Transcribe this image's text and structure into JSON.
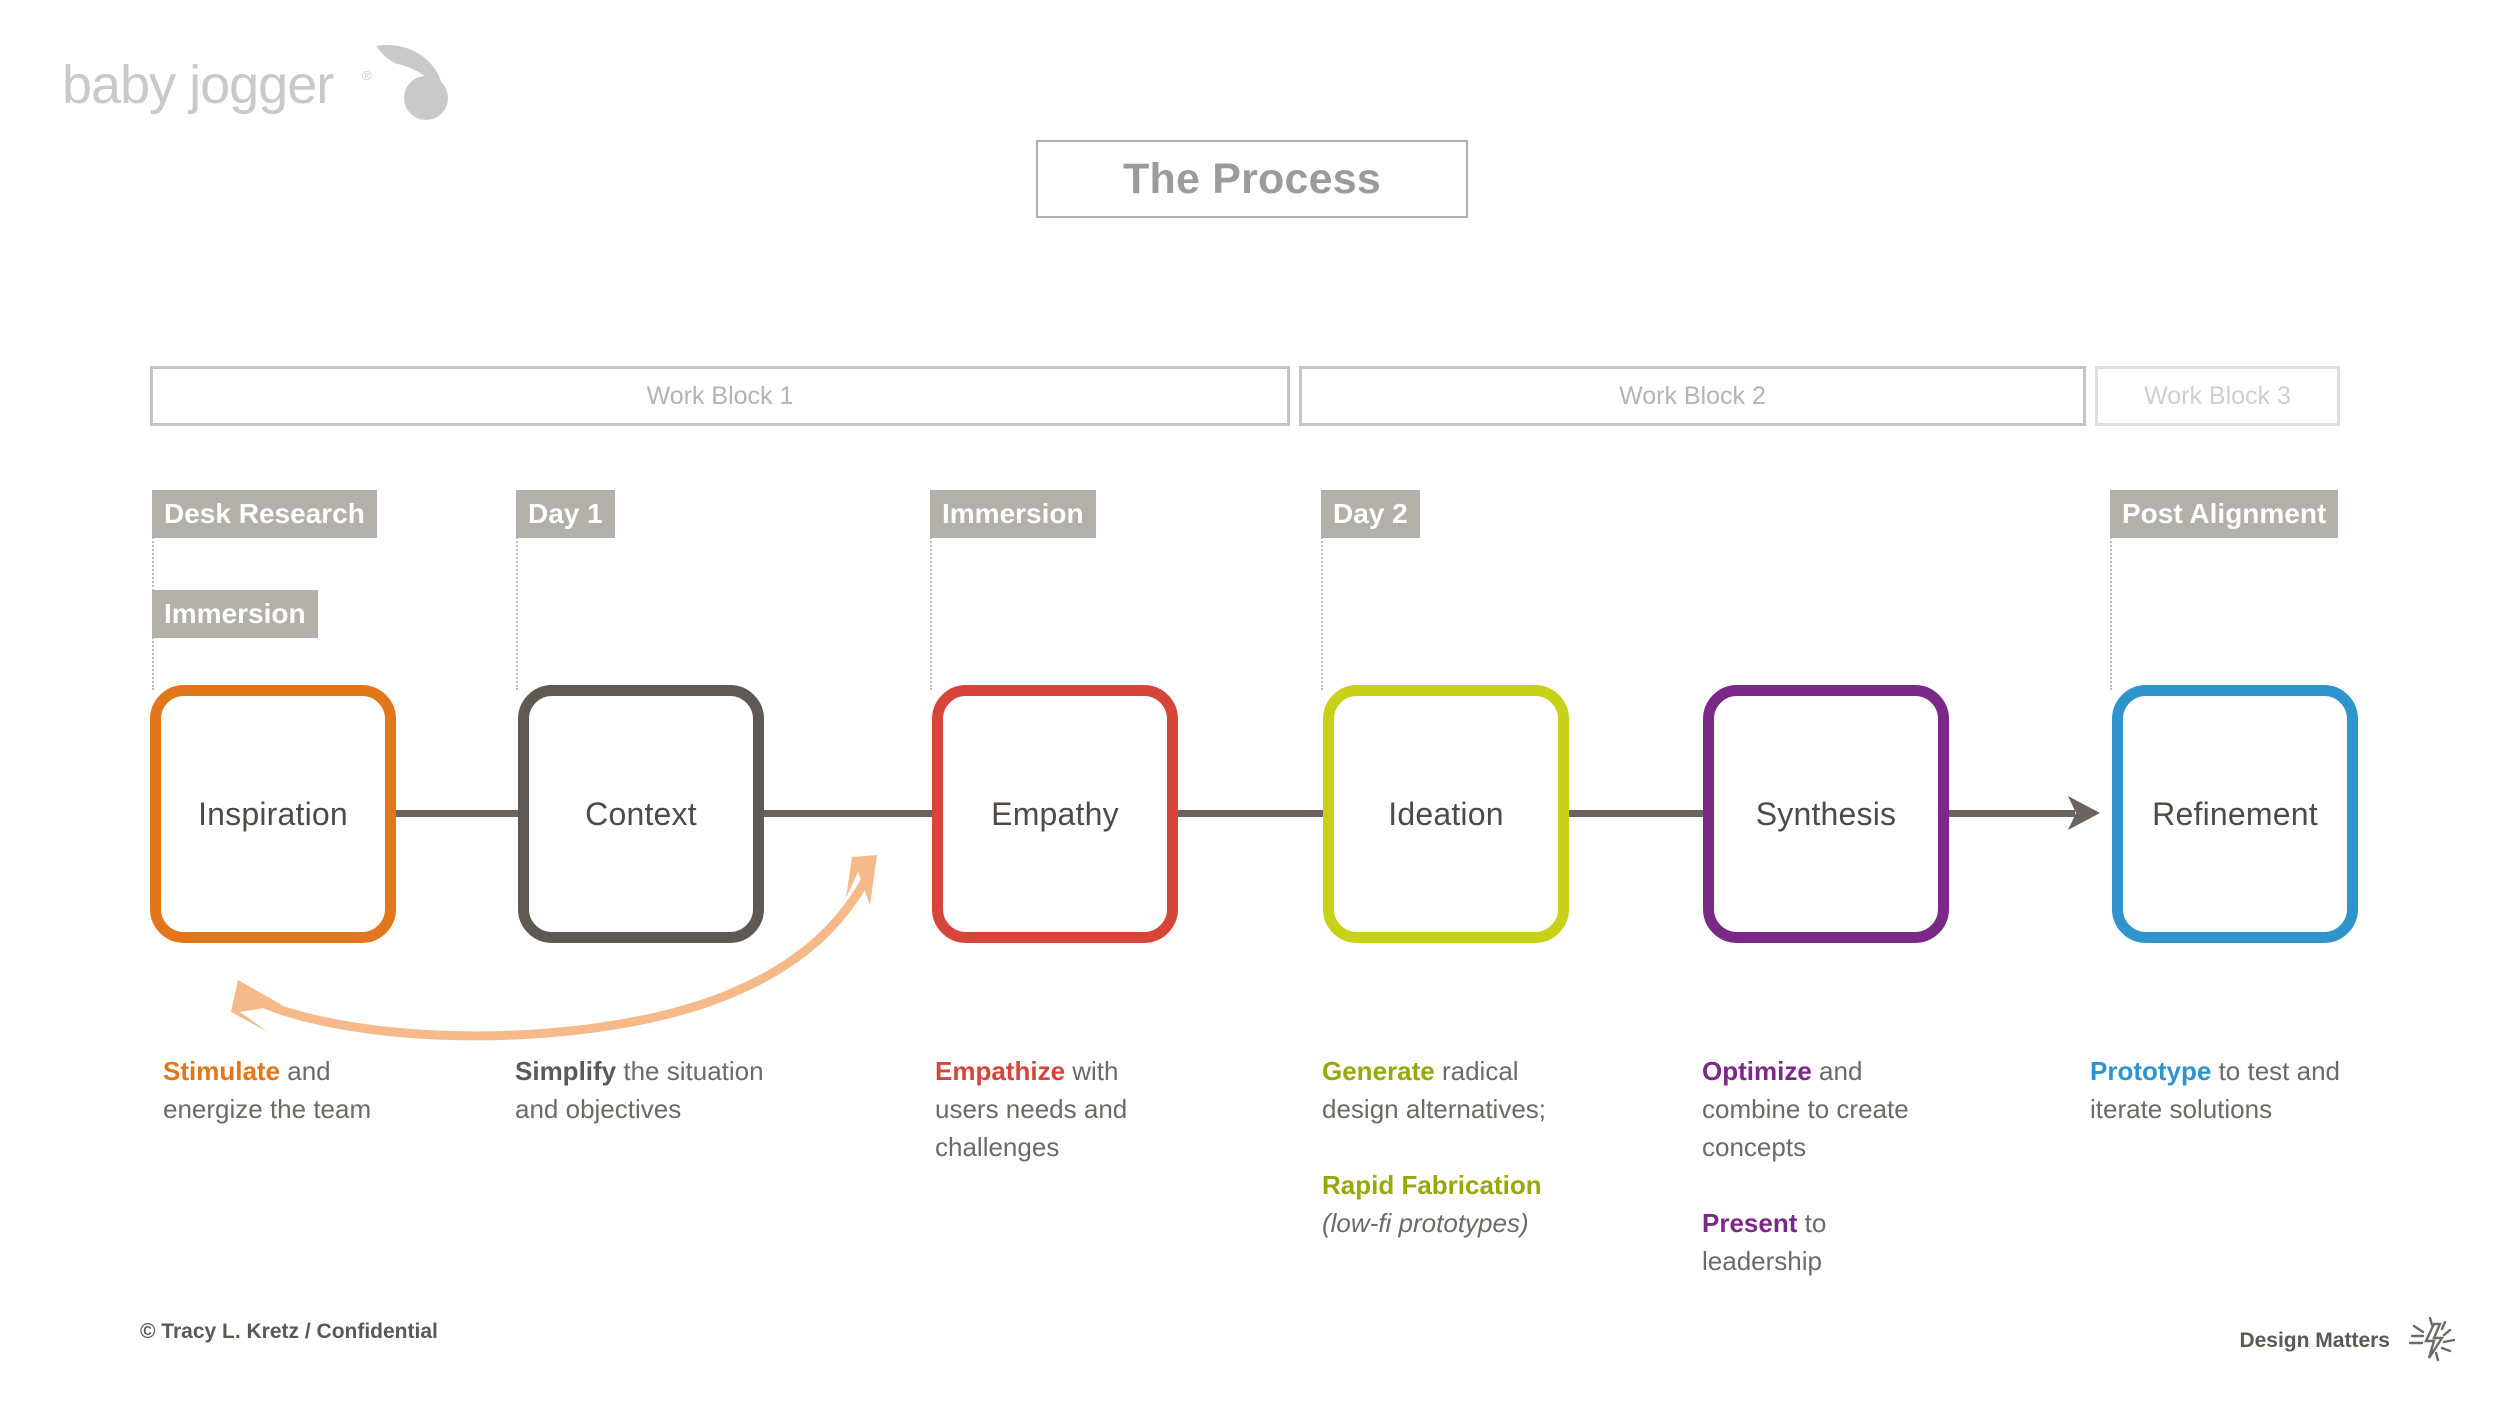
{
  "slide": {
    "title": "The Process",
    "background": "#ffffff"
  },
  "logo": {
    "name": "baby jogger",
    "registered_mark": "®",
    "color": "#c9c9c9"
  },
  "work_blocks": [
    {
      "label": "Work Block 1",
      "emphasis": "strong"
    },
    {
      "label": "Work Block 2",
      "emphasis": "strong"
    },
    {
      "label": "Work Block 3",
      "emphasis": "weak"
    }
  ],
  "phase_badges": [
    {
      "label": "Desk Research"
    },
    {
      "label": "Immersion"
    },
    {
      "label": "Day 1"
    },
    {
      "label": "Immersion"
    },
    {
      "label": "Day 2"
    },
    {
      "label": "Post Alignment"
    }
  ],
  "process_steps": [
    {
      "label": "Inspiration",
      "color": "#e2761b"
    },
    {
      "label": "Context",
      "color": "#5e5952"
    },
    {
      "label": "Empathy",
      "color": "#d6453a"
    },
    {
      "label": "Ideation",
      "color": "#c7d117"
    },
    {
      "label": "Synthesis",
      "color": "#7a2a86"
    },
    {
      "label": "Refinement",
      "color": "#2f93cc"
    }
  ],
  "captions": [
    {
      "color": "#e2761b",
      "lines": [
        {
          "keyword": "Stimulate",
          "rest": " and energize the team"
        }
      ]
    },
    {
      "color": "#5e5952",
      "lines": [
        {
          "keyword": "Simplify",
          "rest": " the situation and objectives"
        }
      ]
    },
    {
      "color": "#d6453a",
      "lines": [
        {
          "keyword": "Empathize",
          "rest": " with users needs and challenges"
        }
      ]
    },
    {
      "color": "#9aa70a",
      "lines": [
        {
          "keyword": "Generate",
          "rest": " radical design alternatives;"
        },
        {
          "keyword": "Rapid Fabrication",
          "rest": "",
          "italic": "(low-fi prototypes)"
        }
      ]
    },
    {
      "color": "#7a2a86",
      "lines": [
        {
          "keyword": "Optimize",
          "rest": " and combine to create concepts"
        },
        {
          "keyword": "Present",
          "rest": " to leadership"
        }
      ]
    },
    {
      "color": "#2f93cc",
      "lines": [
        {
          "keyword": "Prototype",
          "rest": " to test and iterate solutions"
        }
      ]
    }
  ],
  "feedback_arrow": {
    "color": "#f5b98a",
    "description": "double-headed curved iteration arrow from Empathy back to Inspiration"
  },
  "connector_color": "#6b645e",
  "footer": {
    "left": "© Tracy L. Kretz  /  Confidential",
    "right_text": "Design Matters",
    "right_icon": "spark-bolt-icon"
  }
}
